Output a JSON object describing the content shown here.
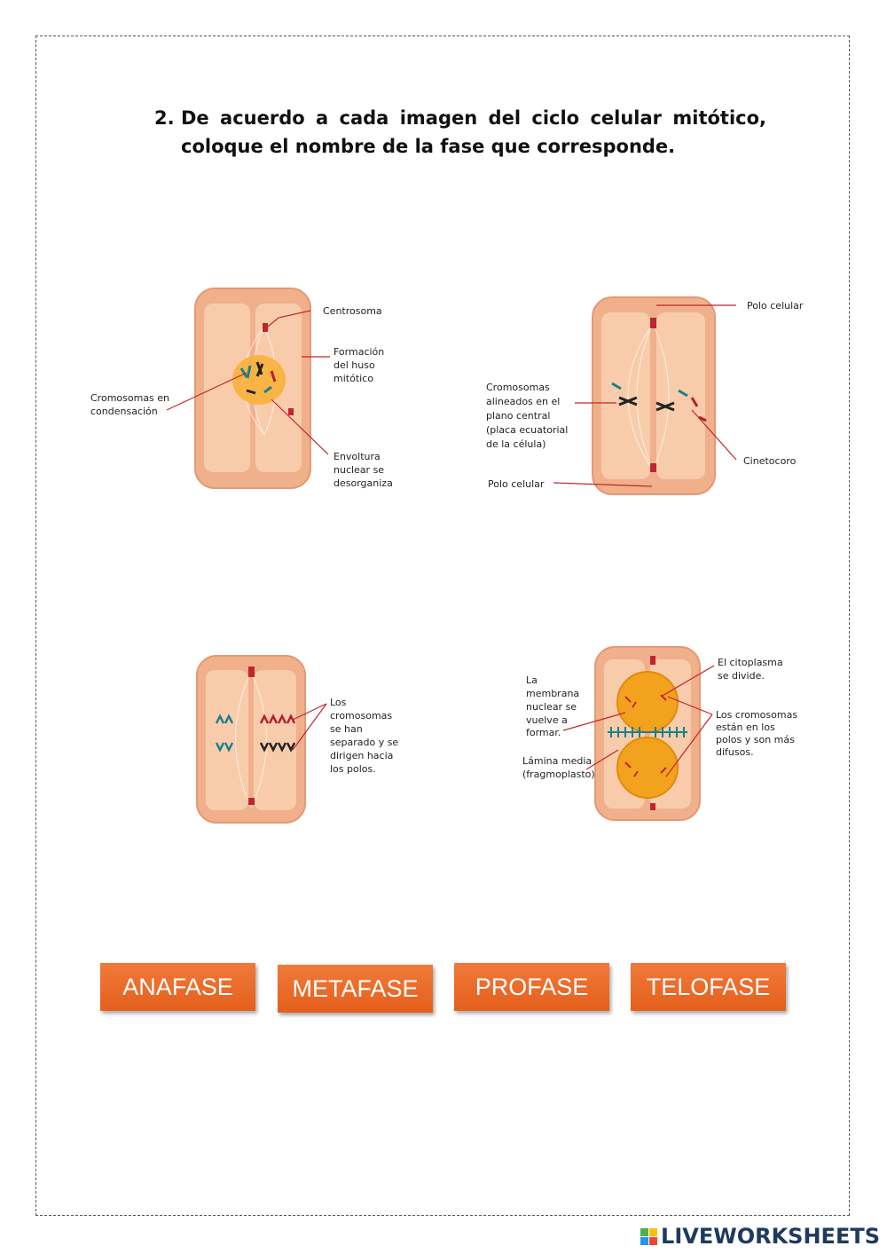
{
  "question": {
    "number": "2.",
    "text": "De acuerdo a cada imagen del ciclo celular mitótico, coloque el nombre de la fase que corresponde."
  },
  "figures": {
    "profase": {
      "centrosoma": "Centrosoma",
      "formacion": [
        "Formación",
        "del huso",
        "mitótico"
      ],
      "cromosomas": [
        "Cromosomas en",
        "condensación"
      ],
      "envoltura": [
        "Envoltura",
        "nuclear se",
        "desorganiza"
      ]
    },
    "metafase": {
      "polo_top": "Polo celular",
      "cromosomas": [
        "Cromosomas",
        "alineados en el",
        "plano central",
        "(placa ecuatorial",
        "de la célula)"
      ],
      "cinetocoro": "Cinetocoro",
      "polo_bottom": "Polo celular"
    },
    "anafase": {
      "cromosomas": [
        "Los",
        "cromosomas",
        "se han",
        "separado y se",
        "dirigen hacia",
        "los polos."
      ]
    },
    "telofase": {
      "membrana": [
        "La",
        "membrana",
        "nuclear se",
        "vuelve a",
        "formar."
      ],
      "citoplasma": [
        "El citoplasma",
        "se divide."
      ],
      "cromosomas": [
        "Los cromosomas",
        "están en los",
        "polos y son más",
        "difusos."
      ],
      "lamina": [
        "Lámina media",
        "(fragmoplasto)"
      ]
    }
  },
  "answers": [
    "ANAFASE",
    "METAFASE",
    "PROFASE",
    "TELOFASE"
  ],
  "brand": "LIVEWORKSHEETS",
  "colors": {
    "button": "#ec6a28",
    "cell_outer": "#f0b08c",
    "cell_inner": "#f8ccaa",
    "brand": "#1f3a5f"
  }
}
